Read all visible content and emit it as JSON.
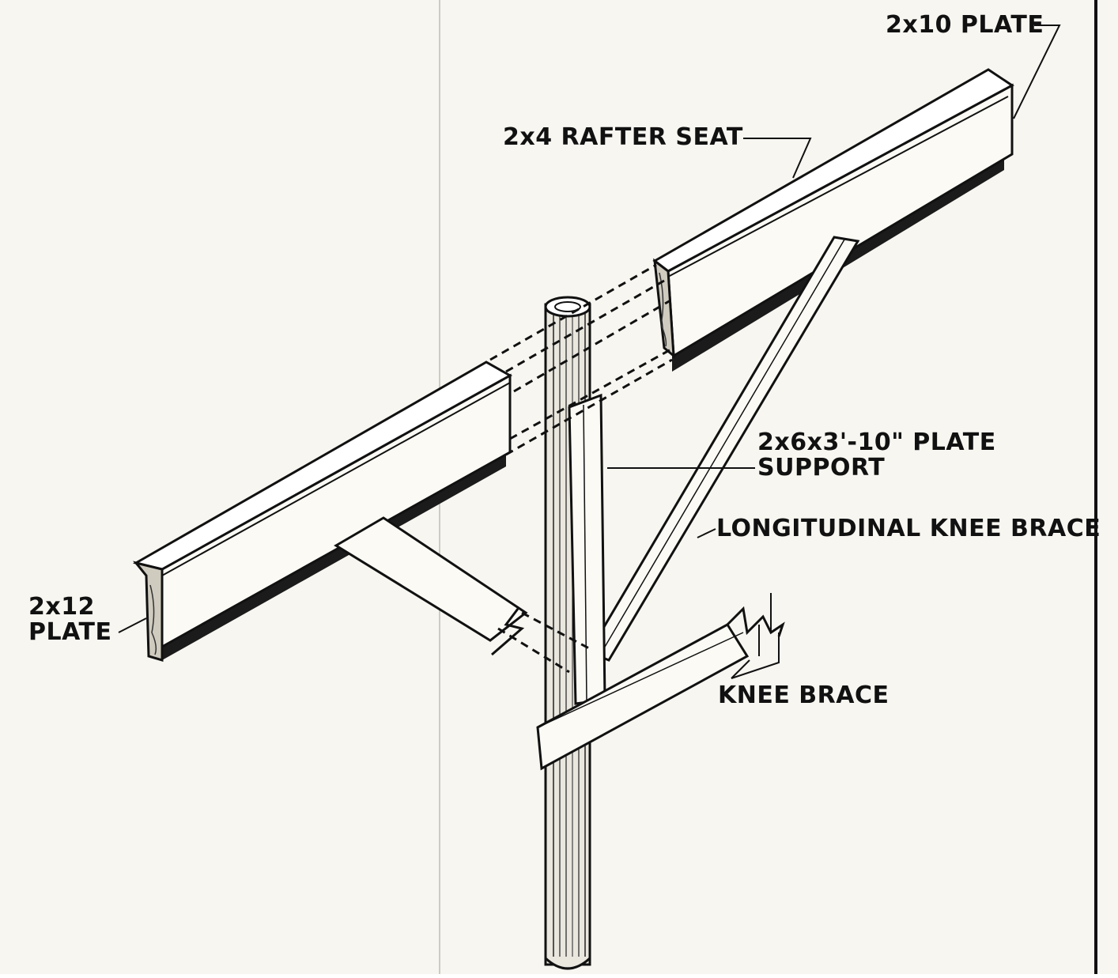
{
  "labels": {
    "plate_2x10": "2x10 PLATE",
    "rafter_seat": "2x4 RAFTER SEAT",
    "plate_support_line1": "2x6x3'-10\" PLATE",
    "plate_support_line2": "SUPPORT",
    "longitudinal_knee_brace": "LONGITUDINAL KNEE BRACE",
    "knee_brace": "KNEE BRACE",
    "plate_2x12_line1": "2x12",
    "plate_2x12_line2": "PLATE"
  }
}
